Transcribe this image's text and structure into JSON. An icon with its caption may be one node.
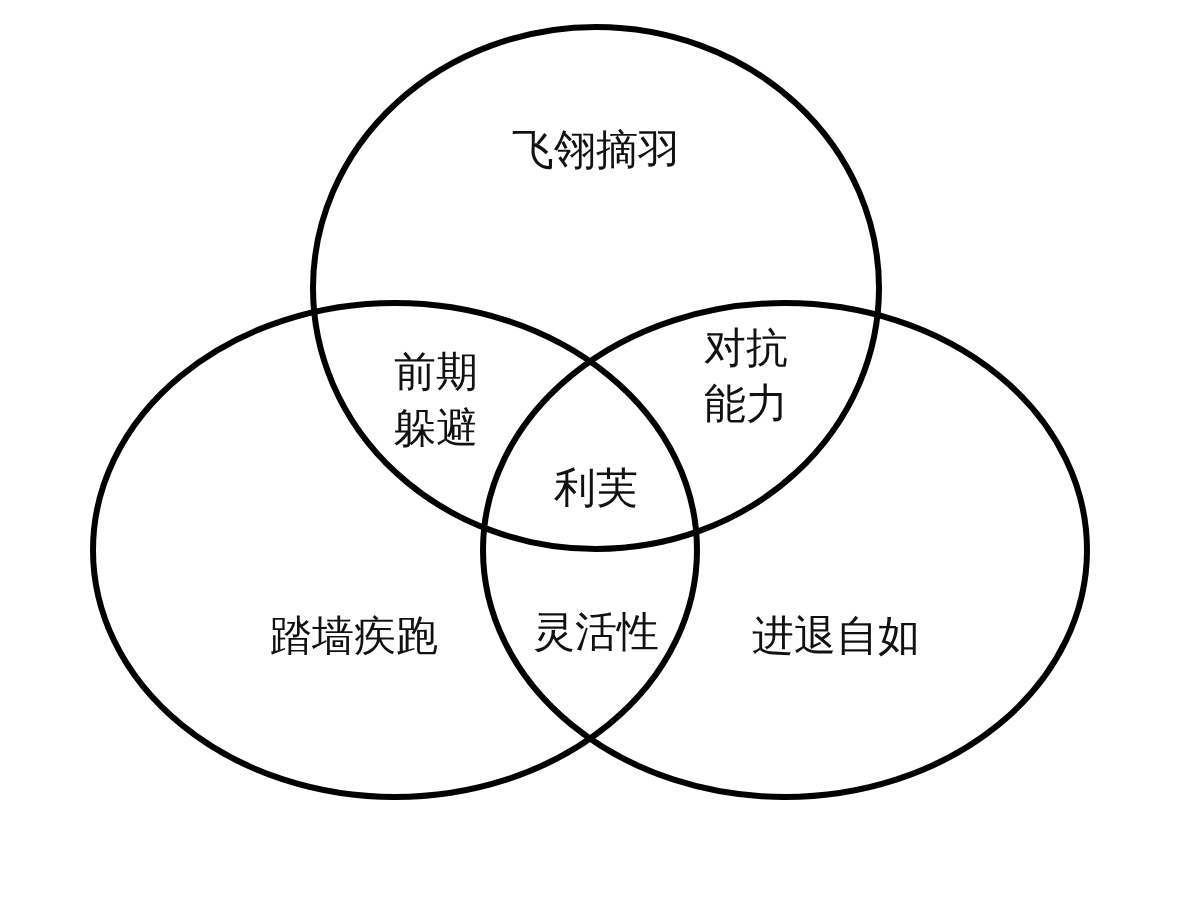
{
  "diagram": {
    "nodes": [
      {
        "text": [
          "飞翎摘羽"
        ]
      },
      {
        "text": [
          "踏墙疾跑"
        ]
      },
      {
        "text": [
          "进退自如"
        ]
      }
    ],
    "labels": [
      "前期躲避",
      "对抗能力",
      "利芙",
      "灵活性"
    ]
  }
}
